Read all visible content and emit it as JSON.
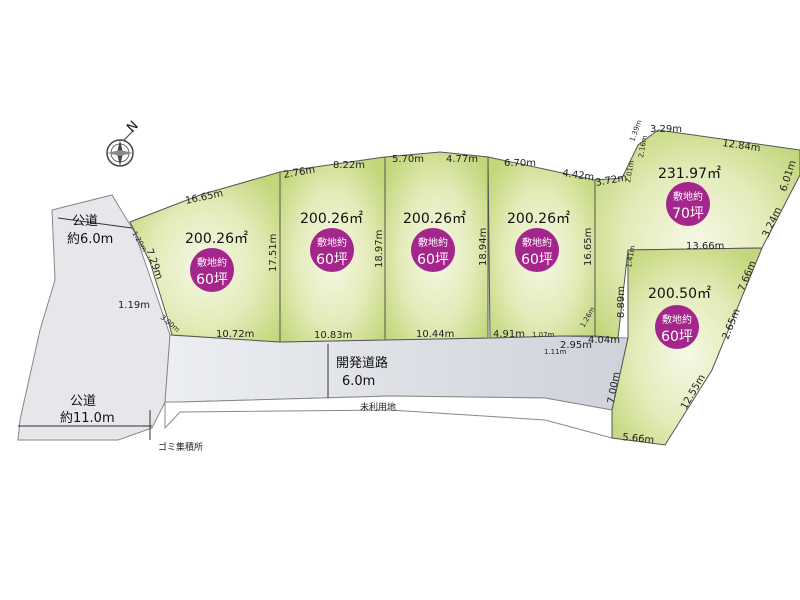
{
  "colors": {
    "lot_fill_edge": "#c2d67a",
    "lot_fill_center": "#f6f8e6",
    "road_fill": "#d9dbe2",
    "public_road_fill": "#e6e7eb",
    "badge": "#a4258b"
  },
  "compass": {
    "label": "N",
    "icon": "compass-icon"
  },
  "public_road_north": {
    "line1": "公道",
    "line2": "約6.0m"
  },
  "public_road_west": {
    "line1": "公道",
    "line2": "約11.0m"
  },
  "development_road": {
    "line1": "開発道路",
    "line2": "6.0m"
  },
  "unused_land": "未利用地",
  "garbage_point": "ゴミ集積所",
  "lots": [
    {
      "area": "200.26㎡",
      "badge_top": "敷地約",
      "badge_bottom": "60坪"
    },
    {
      "area": "200.26㎡",
      "badge_top": "敷地約",
      "badge_bottom": "60坪"
    },
    {
      "area": "200.26㎡",
      "badge_top": "敷地約",
      "badge_bottom": "60坪"
    },
    {
      "area": "200.26㎡",
      "badge_top": "敷地約",
      "badge_bottom": "60坪"
    },
    {
      "area": "231.97㎡",
      "badge_top": "敷地約",
      "badge_bottom": "70坪"
    },
    {
      "area": "200.50㎡",
      "badge_top": "敷地約",
      "badge_bottom": "60坪"
    }
  ],
  "dimensions": {
    "d16_65a": "16.65m",
    "d7_29": "7.29m",
    "d1_19": "1.19m",
    "d3_00": "3.00m",
    "d10_72": "10.72m",
    "d2_76": "2.76m",
    "d8_22": "8.22m",
    "d17_51": "17.51m",
    "d10_83": "10.83m",
    "d5_70": "5.70m",
    "d4_77": "4.77m",
    "d18_97": "18.97m",
    "d10_44": "10.44m",
    "d6_70": "6.70m",
    "d4_42": "4.42m",
    "d18_94": "18.94m",
    "d4_91": "4.91m",
    "d1_07": "1.07m",
    "d16_65b": "16.65m",
    "d3_72": "3.72m",
    "d1_11": "1.11m",
    "d2_95": "2.95m",
    "d4_04": "4.04m",
    "d8_89": "8.89m",
    "d3_29": "3.29m",
    "d12_84": "12.84m",
    "d6_01": "6.01m",
    "d3_24": "3.24m",
    "d13_66": "13.66m",
    "d1_39": "1.39m",
    "d2_16": "2.16m",
    "d2_01": "2.01m",
    "d1_41": "1.41m",
    "d1_26": "1.26m",
    "d7_66": "7.66m",
    "d2_65": "2.65m",
    "d12_55": "12.55m",
    "d5_66": "5.66m",
    "d7_00": "7.00m",
    "d1_20": "1.20m"
  }
}
